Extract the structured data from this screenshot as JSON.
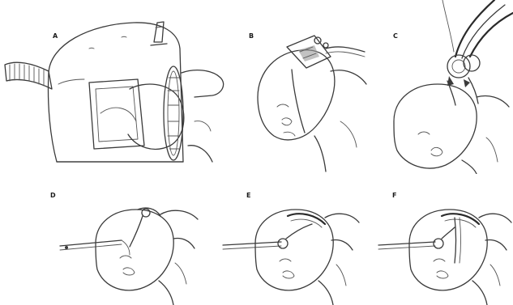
{
  "figure": {
    "panels": [
      {
        "letter": "A"
      },
      {
        "letter": "B"
      },
      {
        "letter": "C"
      },
      {
        "letter": "D"
      },
      {
        "letter": "E"
      },
      {
        "letter": "F"
      }
    ]
  }
}
